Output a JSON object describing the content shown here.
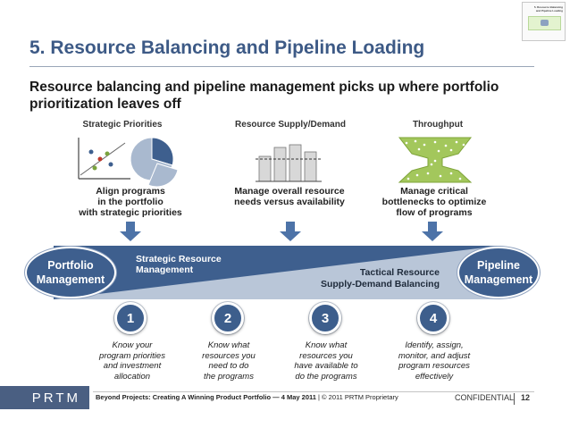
{
  "slide": {
    "title": "5. Resource Balancing and Pipeline Loading",
    "subtitle": "Resource balancing and pipeline management picks up where portfolio prioritization leaves off"
  },
  "thumbnail": {
    "title_line1": "5. Resource Balancing",
    "title_line2": "and Pipeline Loading"
  },
  "sections": [
    {
      "heading": "Strategic Priorities",
      "description_lines": [
        "Align programs",
        "in the portfolio",
        "with strategic priorities"
      ],
      "icon": "scatter-pie-icon"
    },
    {
      "heading": "Resource Supply/Demand",
      "description_lines": [
        "Manage overall resource",
        "needs versus availability"
      ],
      "icon": "bar-capacity-icon"
    },
    {
      "heading": "Throughput",
      "description_lines": [
        "Manage critical",
        "bottlenecks to optimize",
        "flow of programs"
      ],
      "icon": "funnel-icon"
    }
  ],
  "band": {
    "left_oval_line1": "Portfolio",
    "left_oval_line2": "Management",
    "right_oval_line1": "Pipeline",
    "right_oval_line2": "Management",
    "upper_label_line1": "Strategic Resource",
    "upper_label_line2": "Management",
    "lower_label_line1": "Tactical Resource",
    "lower_label_line2": "Supply-Demand Balancing"
  },
  "steps": [
    {
      "number": "1",
      "lines": [
        "Know your",
        "program priorities",
        "and investment",
        "allocation"
      ]
    },
    {
      "number": "2",
      "lines": [
        "Know what",
        "resources you",
        "need to do",
        "the programs"
      ]
    },
    {
      "number": "3",
      "lines": [
        "Know what",
        "resources you",
        "have available to",
        "do the programs"
      ]
    },
    {
      "number": "4",
      "lines": [
        "Identify, assign,",
        "monitor, and adjust",
        "program resources",
        "effectively"
      ]
    }
  ],
  "footer": {
    "logo": "PRTM",
    "source_bold": "Beyond Projects: Creating A Winning Product Portfolio — 4 May 2011",
    "source_rest": " | © 2011 PRTM Proprietary",
    "confidential": "CONFIDENTIAL",
    "page_number": "12"
  },
  "colors": {
    "title": "#3d5a86",
    "band_dark": "#3e5f8e",
    "band_light": "#b9c6d8",
    "arrow": "#4d73a8",
    "pie_dark": "#3e5f8e",
    "pie_light": "#a9b9cf",
    "funnel": "#a3c75c",
    "bars": "#d8d8d8"
  }
}
